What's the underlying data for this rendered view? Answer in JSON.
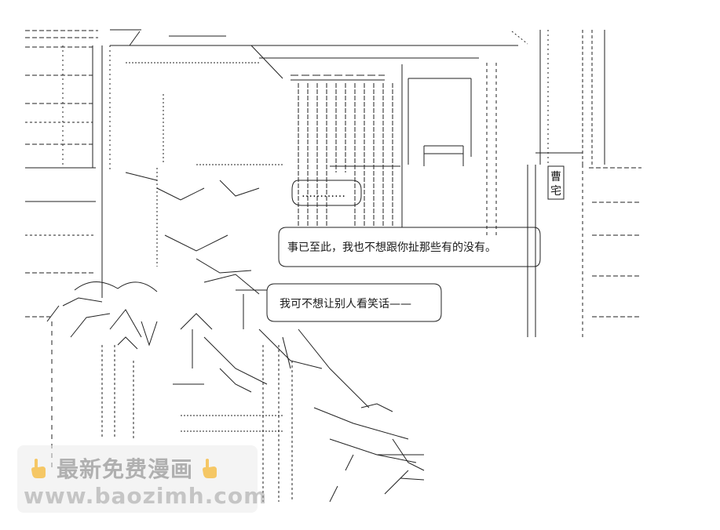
{
  "artwork": {
    "style": "ascii-art-manga-panel",
    "line_color": "#111111",
    "background_color": "#ffffff"
  },
  "bubbles": {
    "speech_ellipsis": "…………",
    "speech_main": "事已至此，我也不想跟你扯那些有的没有。",
    "speech_second": "我可不想让别人看笑话——"
  },
  "signs": {
    "door_plate": "曹\n宅",
    "door_plate_top": "曹",
    "door_plate_bottom": "宅"
  },
  "watermark": {
    "line1": "最新免费漫画",
    "line2": "www.baozimh.com",
    "icon_left": "pointing-hand-icon",
    "icon_right": "pointing-hand-icon"
  }
}
